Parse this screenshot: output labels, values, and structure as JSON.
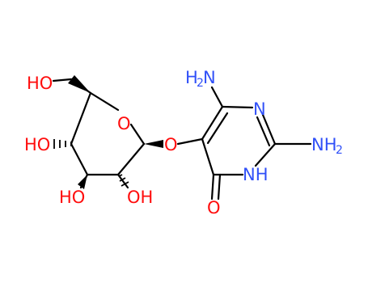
{
  "colors": {
    "bond": "#000000",
    "oxygen": "#ff0d0d",
    "nitrogen": "#3050f8"
  },
  "labels": {
    "ho_ch2": "HO",
    "ring_o": "O",
    "ho_c4": "HO",
    "ho_c3": "HO",
    "oh_c2": "OH",
    "glyco_o": "O",
    "nh2_top_main": "H",
    "nh2_top_mid": "N",
    "nh2_top_sub": "2",
    "n_ring": "N",
    "nh2_right_main": "NH",
    "nh2_right_sub": "2",
    "nh_ring": "NH",
    "keto_o": "O"
  }
}
